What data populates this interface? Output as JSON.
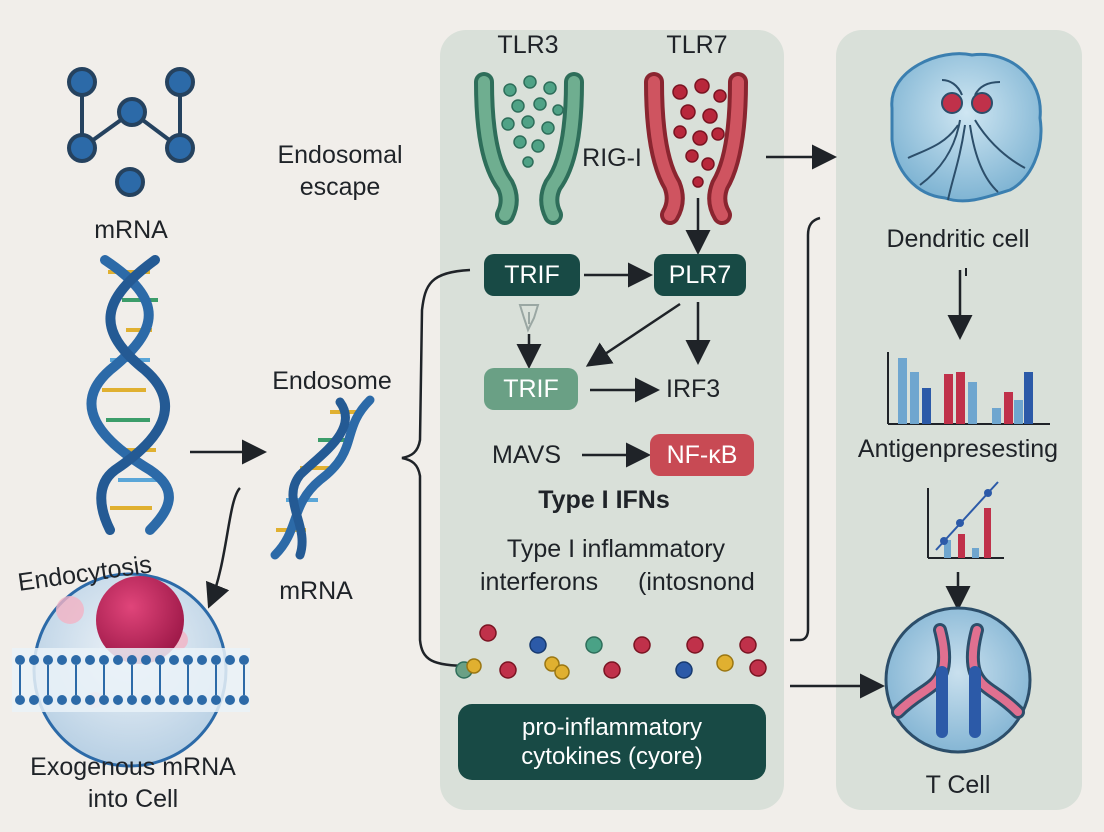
{
  "labels": {
    "mrna_top": "mRNA",
    "endosomal_escape_1": "Endosomal",
    "endosomal_escape_2": "escape",
    "endosome": "Endosome",
    "mrna_mid": "mRNA",
    "endocytosis": "Endocytosis",
    "exogenous_1": "Exogenous mRNA",
    "exogenous_2": "into Cell",
    "tlr3": "TLR3",
    "tlr7": "TLR7",
    "rig_i": "RIG-I",
    "irf3": "IRF3",
    "mavs": "MAVS",
    "type_i_ifns": "Type I IFNs",
    "type_i_inflammatory": "Type I inflammatory",
    "interferons": "interferons",
    "intosnond": "(intosnond",
    "dendritic_cell": "Dendritic cell",
    "antigen": "Antigenpresesting",
    "t_cell": "T Cell"
  },
  "boxes": {
    "trif_top": "TRIF",
    "plr7": "PLR7",
    "trif_mid": "TRIF",
    "nfkb": "NF-κB"
  },
  "cytokines": {
    "line1": "pro-inflammatory",
    "line2": "cytokines (cyore)"
  },
  "colors": {
    "background": "#f1eeea",
    "panel": "#d9e0d9",
    "dark_teal": "#184a45",
    "light_green": "#6aa085",
    "red": "#c84a54",
    "blue": "#2c6aa8",
    "tlr3_green": "#5e9c80",
    "tlr7_red": "#c0414e"
  }
}
